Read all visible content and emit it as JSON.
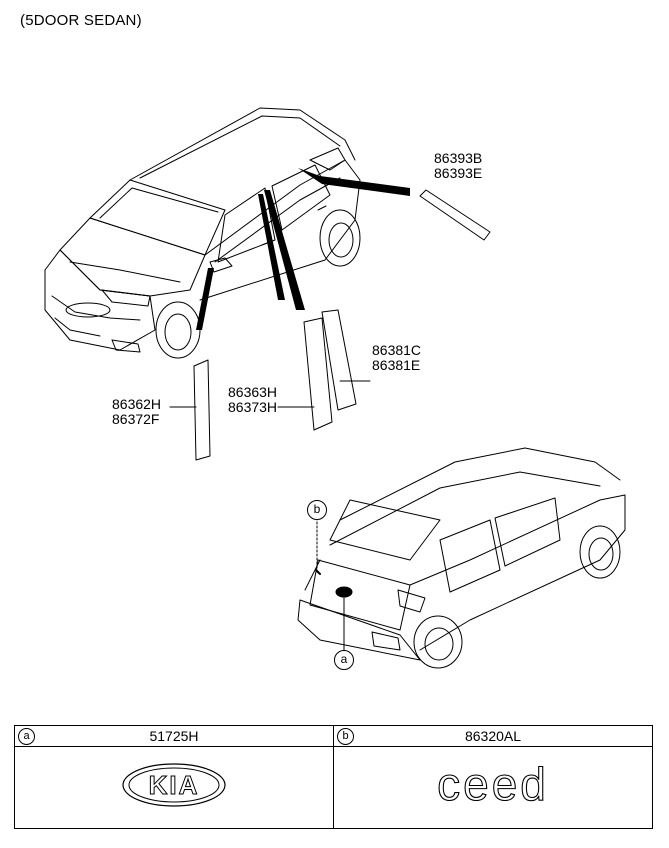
{
  "title": "(5DOOR SEDAN)",
  "labels": {
    "p86393": [
      "86393B",
      "86393E"
    ],
    "p86381": [
      "86381C",
      "86381E"
    ],
    "p86363": [
      "86363H",
      "86373H"
    ],
    "p86362": [
      "86362H",
      "86372F"
    ]
  },
  "callouts": {
    "a": "a",
    "b": "b"
  },
  "table": {
    "col_a": {
      "marker": "a",
      "part": "51725H",
      "emblem": "KIA"
    },
    "col_b": {
      "marker": "b",
      "part": "86320AL",
      "emblem": "ceed"
    }
  }
}
